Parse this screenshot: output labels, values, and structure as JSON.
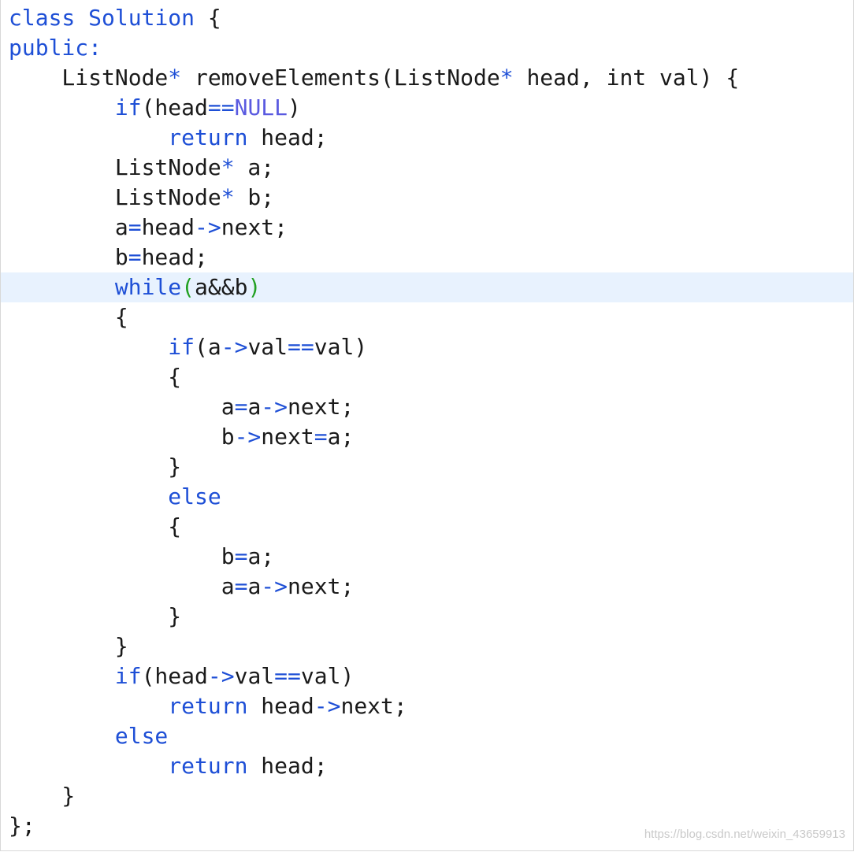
{
  "editor": {
    "current_line_index": 9,
    "lines": [
      [
        {
          "t": "class",
          "c": "kw"
        },
        {
          "t": " "
        },
        {
          "t": "Solution",
          "c": "kw"
        },
        {
          "t": " {"
        }
      ],
      [
        {
          "t": "public:",
          "c": "kw"
        }
      ],
      [
        {
          "t": "    ListNode"
        },
        {
          "t": "*",
          "c": "op"
        },
        {
          "t": " removeElements(ListNode"
        },
        {
          "t": "*",
          "c": "op"
        },
        {
          "t": " head, int val) {"
        }
      ],
      [
        {
          "t": "        "
        },
        {
          "t": "if",
          "c": "kw"
        },
        {
          "t": "(head"
        },
        {
          "t": "==",
          "c": "op"
        },
        {
          "t": "NULL",
          "c": "const"
        },
        {
          "t": ")"
        }
      ],
      [
        {
          "t": "            "
        },
        {
          "t": "return",
          "c": "kw"
        },
        {
          "t": " head;"
        }
      ],
      [
        {
          "t": "        ListNode"
        },
        {
          "t": "*",
          "c": "op"
        },
        {
          "t": " a;"
        }
      ],
      [
        {
          "t": "        ListNode"
        },
        {
          "t": "*",
          "c": "op"
        },
        {
          "t": " b;"
        }
      ],
      [
        {
          "t": "        a"
        },
        {
          "t": "=",
          "c": "op"
        },
        {
          "t": "head"
        },
        {
          "t": "->",
          "c": "op"
        },
        {
          "t": "next;"
        }
      ],
      [
        {
          "t": "        b"
        },
        {
          "t": "=",
          "c": "op"
        },
        {
          "t": "head;"
        }
      ],
      [
        {
          "t": "        "
        },
        {
          "t": "while",
          "c": "kw"
        },
        {
          "t": "(",
          "c": "brk"
        },
        {
          "t": "a&&b"
        },
        {
          "t": ")",
          "c": "brk"
        }
      ],
      [
        {
          "t": "        {"
        }
      ],
      [
        {
          "t": "            "
        },
        {
          "t": "if",
          "c": "kw"
        },
        {
          "t": "(a"
        },
        {
          "t": "->",
          "c": "op"
        },
        {
          "t": "val"
        },
        {
          "t": "==",
          "c": "op"
        },
        {
          "t": "val)"
        }
      ],
      [
        {
          "t": "            {"
        }
      ],
      [
        {
          "t": "                a"
        },
        {
          "t": "=",
          "c": "op"
        },
        {
          "t": "a"
        },
        {
          "t": "->",
          "c": "op"
        },
        {
          "t": "next;"
        }
      ],
      [
        {
          "t": "                b"
        },
        {
          "t": "->",
          "c": "op"
        },
        {
          "t": "next"
        },
        {
          "t": "=",
          "c": "op"
        },
        {
          "t": "a;"
        }
      ],
      [
        {
          "t": "            }"
        }
      ],
      [
        {
          "t": "            "
        },
        {
          "t": "else",
          "c": "kw"
        }
      ],
      [
        {
          "t": "            {"
        }
      ],
      [
        {
          "t": "                b"
        },
        {
          "t": "=",
          "c": "op"
        },
        {
          "t": "a;"
        }
      ],
      [
        {
          "t": "                a"
        },
        {
          "t": "=",
          "c": "op"
        },
        {
          "t": "a"
        },
        {
          "t": "->",
          "c": "op"
        },
        {
          "t": "next;"
        }
      ],
      [
        {
          "t": "            }"
        }
      ],
      [
        {
          "t": "        }"
        }
      ],
      [
        {
          "t": "        "
        },
        {
          "t": "if",
          "c": "kw"
        },
        {
          "t": "(head"
        },
        {
          "t": "->",
          "c": "op"
        },
        {
          "t": "val"
        },
        {
          "t": "==",
          "c": "op"
        },
        {
          "t": "val)"
        }
      ],
      [
        {
          "t": "            "
        },
        {
          "t": "return",
          "c": "kw"
        },
        {
          "t": " head"
        },
        {
          "t": "->",
          "c": "op"
        },
        {
          "t": "next;"
        }
      ],
      [
        {
          "t": "        "
        },
        {
          "t": "else",
          "c": "kw"
        }
      ],
      [
        {
          "t": "            "
        },
        {
          "t": "return",
          "c": "kw"
        },
        {
          "t": " head;"
        }
      ],
      [
        {
          "t": "    }"
        }
      ],
      [
        {
          "t": "};"
        }
      ]
    ]
  },
  "watermark": "https://blog.csdn.net/weixin_43659913"
}
